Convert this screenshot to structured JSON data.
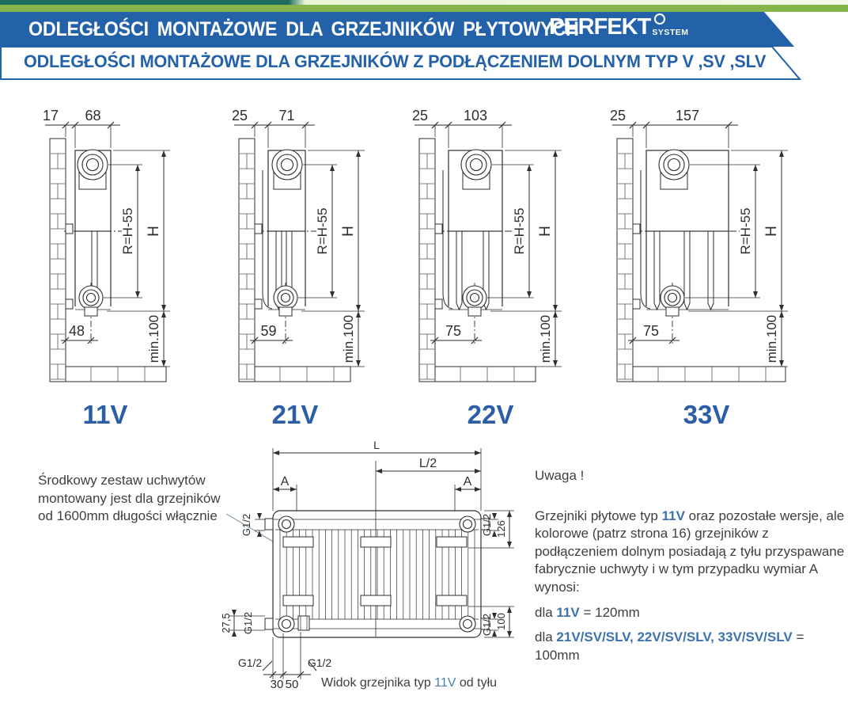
{
  "header": {
    "title": "ODLEGŁOŚCI MONTAŻOWE DLA GRZEJNIKÓW PŁYTOWYCH",
    "brand": "PERFEKT",
    "brand_sub": "SYSTEM",
    "subtitle": "ODLEGŁOŚCI MONTAŻOWE DLA GRZEJNIKÓW Z PODŁĄCZENIEM DOLNYM TYP V ,SV ,SLV"
  },
  "colors": {
    "banner_blue": "#2361a8",
    "accent_green": "#85b54a",
    "teal": "#1d6a5e",
    "type_label_blue": "#2b5ea7",
    "inline_blue": "#3c72ad",
    "drawing_stroke": "#2e2e2e"
  },
  "diagrams": [
    {
      "label": "11V",
      "wall_gap": "17",
      "depth": "68",
      "r_dim": "R=H-55",
      "h_dim": "H",
      "min_floor": "min.100",
      "bottom_offset": "48"
    },
    {
      "label": "21V",
      "wall_gap": "25",
      "depth": "71",
      "r_dim": "R=H-55",
      "h_dim": "H",
      "min_floor": "min.100",
      "bottom_offset": "59"
    },
    {
      "label": "22V",
      "wall_gap": "25",
      "depth": "103",
      "r_dim": "R=H-55",
      "h_dim": "H",
      "min_floor": "min.100",
      "bottom_offset": "75"
    },
    {
      "label": "33V",
      "wall_gap": "25",
      "depth": "157",
      "r_dim": "R=H-55",
      "h_dim": "H",
      "min_floor": "min.100",
      "bottom_offset": "75"
    }
  ],
  "rear_view": {
    "dim_l": "L",
    "dim_l2": "L/2",
    "dim_a_left": "A",
    "dim_a_right": "A",
    "g12_top_left": "G1/2",
    "g12_top_right": "G1/2",
    "g12_bottom_left": "G1/2",
    "g12_bottom_right": "G1/2",
    "g12_conn_left": "G1/2",
    "g12_conn_right": "G1/2",
    "dim_126": "126",
    "dim_100": "100",
    "dim_275": "27,5",
    "dim_30": "30",
    "dim_50": "50",
    "caption_prefix": "Widok grzejnika typ ",
    "caption_type": "11V",
    "caption_suffix": " od tyłu"
  },
  "note_left": {
    "line1": "Środkowy zestaw uchwytów",
    "line2": "montowany jest dla grzejników",
    "line3": "od 1600mm długości włącznie"
  },
  "note_right": {
    "title": "Uwaga !",
    "p1": "Grzejniki płytowe typ ",
    "p1_type": "11V",
    "p2": " oraz pozostałe wersje, ale kolorowe (patrz strona 16) grzejników z podłączeniem dolnym posiadają z tyłu przyspawane fabrycznie uchwyty i w tym przypadku wymiar A wynosi:",
    "row1_prefix": "dla ",
    "row1_type": "11V",
    "row1_value": " = 120mm",
    "row2_prefix": "dla ",
    "row2_types": "21V/SV/SLV, 22V/SV/SLV, 33V/SV/SLV",
    "row2_value": " = 100mm"
  }
}
